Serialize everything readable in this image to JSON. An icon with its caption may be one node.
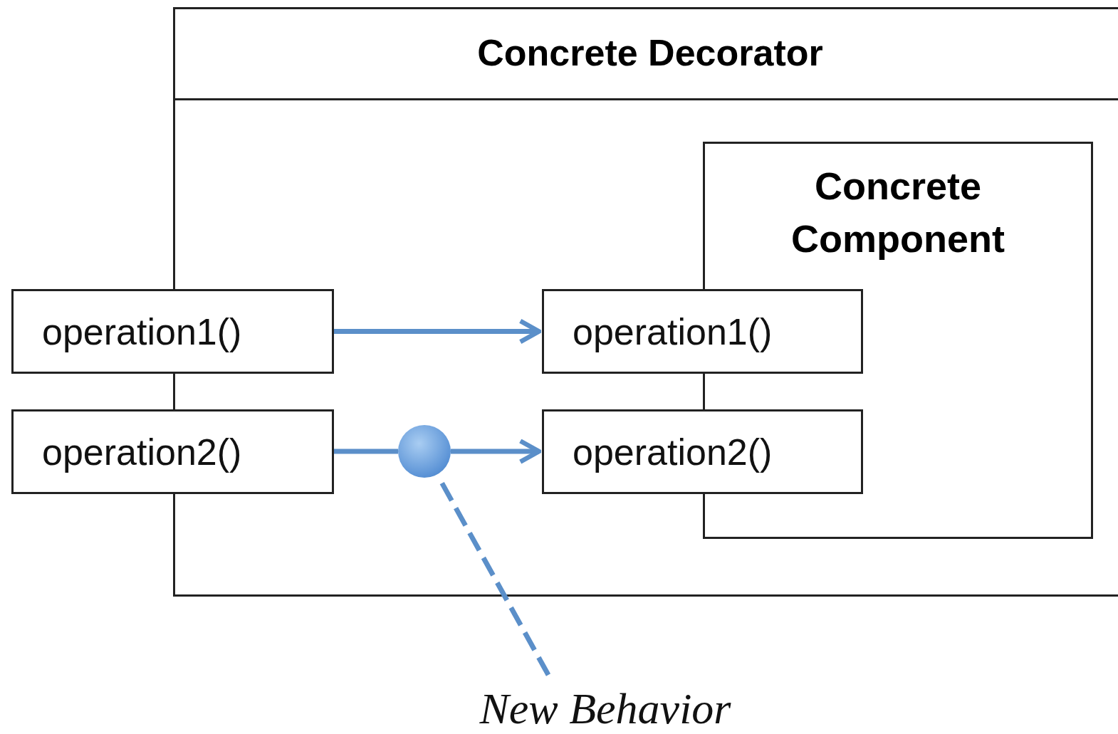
{
  "diagram": {
    "nodes": [
      {
        "text": [
          "Concrete Decorator"
        ]
      },
      {
        "text": [
          "Concrete Component"
        ],
        "in": 0
      },
      {
        "text": [
          "operation1()"
        ]
      },
      {
        "text": [
          "operation2()"
        ]
      },
      {
        "text": [
          "operation1()"
        ],
        "in": 0
      },
      {
        "text": [
          "operation2()"
        ],
        "in": 0
      },
      {
        "text": [],
        "shape": "circle",
        "in": 0
      },
      {
        "text": [
          "New Behavior"
        ]
      }
    ],
    "edges": [
      {
        "from": 2,
        "to": 4,
        "arrow": "to"
      },
      {
        "from": 3,
        "to": 6,
        "arrow": "none"
      },
      {
        "from": 6,
        "to": 5,
        "arrow": "to"
      },
      {
        "from": 7,
        "to": 6,
        "arrow": "none",
        "style": "dashed"
      }
    ]
  }
}
